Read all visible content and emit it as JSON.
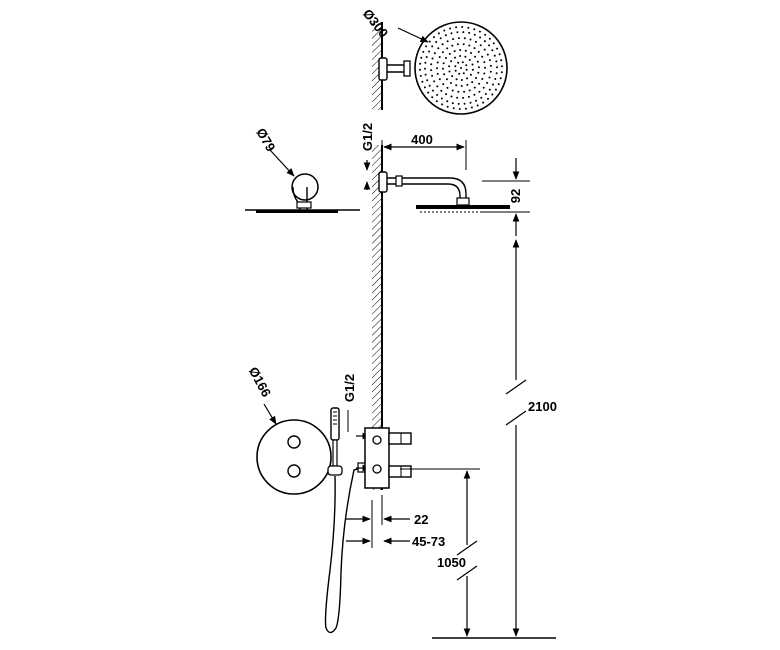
{
  "dimensions": {
    "head_diameter": "Ø300",
    "arm_flange_diameter": "Ø79",
    "arm_thread": "G1/2",
    "arm_length": "400",
    "arm_drop": "92",
    "valve_plate_diameter": "Ø166",
    "valve_thread": "G1/2",
    "wall_projection": "22",
    "recess_depth": "45-73",
    "valve_height": "1050",
    "head_height": "2100"
  },
  "colors": {
    "line": "#000000",
    "background": "#ffffff"
  }
}
